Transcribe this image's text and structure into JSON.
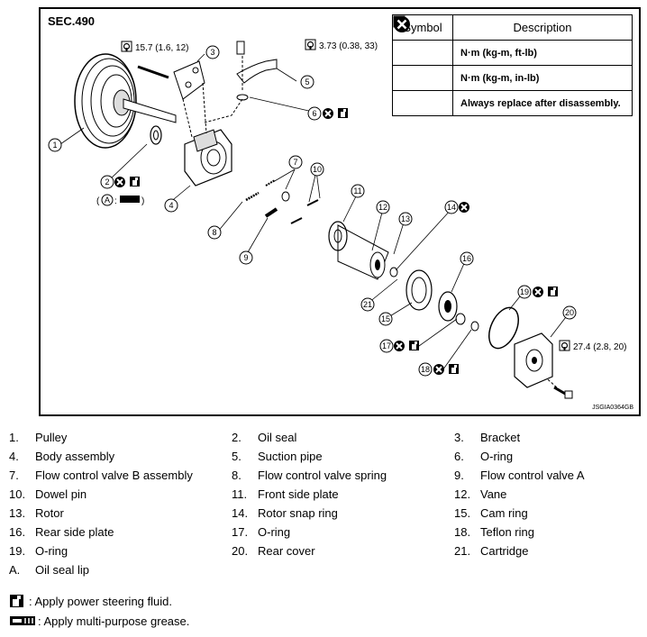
{
  "section": "SEC.490",
  "figure_id": "JSGIA0364GB",
  "legend": {
    "headers": [
      "Symbol",
      "Description"
    ],
    "rows": [
      {
        "icon": "torque-wrench-icon",
        "description": "N·m (kg-m, ft-lb)"
      },
      {
        "icon": "torque-wrench-inlb-icon",
        "description": "N·m (kg-m, in-lb)"
      },
      {
        "icon": "replace-x-icon",
        "description": "Always replace after disassembly."
      }
    ]
  },
  "torques": {
    "bracket_bolt": "15.7 (1.6, 12)",
    "suction_pipe_bolt": "3.73 (0.38, 33)",
    "rear_cover_bolt": "27.4 (2.8, 20)"
  },
  "seal_lip_label": "A",
  "callouts": [
    "1",
    "2",
    "3",
    "4",
    "5",
    "6",
    "7",
    "8",
    "9",
    "10",
    "11",
    "12",
    "13",
    "14",
    "15",
    "16",
    "17",
    "18",
    "19",
    "20",
    "21"
  ],
  "parts": [
    {
      "no": "1.",
      "name": "Pulley"
    },
    {
      "no": "2.",
      "name": "Oil seal"
    },
    {
      "no": "3.",
      "name": "Bracket"
    },
    {
      "no": "4.",
      "name": "Body assembly"
    },
    {
      "no": "5.",
      "name": "Suction pipe"
    },
    {
      "no": "6.",
      "name": "O-ring"
    },
    {
      "no": "7.",
      "name": "Flow control valve B assembly"
    },
    {
      "no": "8.",
      "name": "Flow control valve spring"
    },
    {
      "no": "9.",
      "name": "Flow control valve A"
    },
    {
      "no": "10.",
      "name": "Dowel pin"
    },
    {
      "no": "11.",
      "name": "Front side plate"
    },
    {
      "no": "12.",
      "name": "Vane"
    },
    {
      "no": "13.",
      "name": "Rotor"
    },
    {
      "no": "14.",
      "name": "Rotor snap ring"
    },
    {
      "no": "15.",
      "name": "Cam ring"
    },
    {
      "no": "16.",
      "name": "Rear side plate"
    },
    {
      "no": "17.",
      "name": "O-ring"
    },
    {
      "no": "18.",
      "name": "Teflon ring"
    },
    {
      "no": "19.",
      "name": "O-ring"
    },
    {
      "no": "20.",
      "name": "Rear cover"
    },
    {
      "no": "21.",
      "name": "Cartridge"
    },
    {
      "no": "A.",
      "name": "Oil seal lip"
    }
  ],
  "notes": [
    {
      "icon": "fluid-can-icon",
      "text": ": Apply power steering fluid."
    },
    {
      "icon": "grease-icon",
      "text": ": Apply multi-purpose grease."
    }
  ]
}
